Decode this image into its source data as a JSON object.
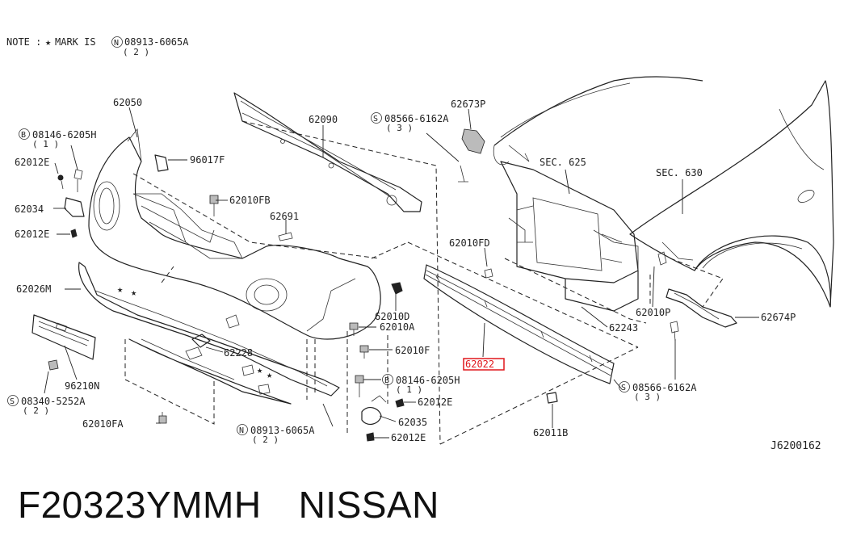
{
  "note": {
    "prefix": "NOTE : ",
    "star_mark": "★",
    "mark_text": " MARK IS ",
    "circle_letter": "N",
    "part": "08913-6065A",
    "qty": "( 2 )"
  },
  "labels": {
    "p62050": "62050",
    "p62090": "62090",
    "p62673P": "62673P",
    "s08566_top": {
      "circle": "S",
      "part": "08566-6162A",
      "qty": "( 3 )"
    },
    "sec625": "SEC. 625",
    "sec630": "SEC. 630",
    "b08146_top": {
      "circle": "B",
      "part": "08146-6205H",
      "qty": "( 1 )"
    },
    "p96017F": "96017F",
    "p62012E_a": "62012E",
    "p62010FB": "62010FB",
    "p62034": "62034",
    "p62691": "62691",
    "p62012E_b": "62012E",
    "p62010FD": "62010FD",
    "p62026M": "62026M",
    "p62010D": "62010D",
    "p62010A": "62010A",
    "p62010P": "62010P",
    "p62674P": "62674P",
    "p62243": "62243",
    "p62228": "62228",
    "p62010F": "62010F",
    "p62022": "62022",
    "b08146_mid": {
      "circle": "B",
      "part": "08146-6205H",
      "qty": "( 1 )"
    },
    "s08566_right": {
      "circle": "S",
      "part": "08566-6162A",
      "qty": "( 3 )"
    },
    "p96210N": "96210N",
    "p62012E_c": "62012E",
    "s08340": {
      "circle": "S",
      "part": "08340-5252A",
      "qty": "( 2 )"
    },
    "p62035": "62035",
    "p62011B": "62011B",
    "p62010FA": "62010FA",
    "n08913": {
      "circle": "N",
      "part": "08913-6065A",
      "qty": "( 2 )"
    },
    "p62012E_d": "62012E",
    "drawing_id": "J6200162"
  },
  "caption": {
    "part_number": "F20323YMMH",
    "brand": "NISSAN"
  },
  "colors": {
    "highlight": "#e0161b",
    "ink": "#222222"
  }
}
